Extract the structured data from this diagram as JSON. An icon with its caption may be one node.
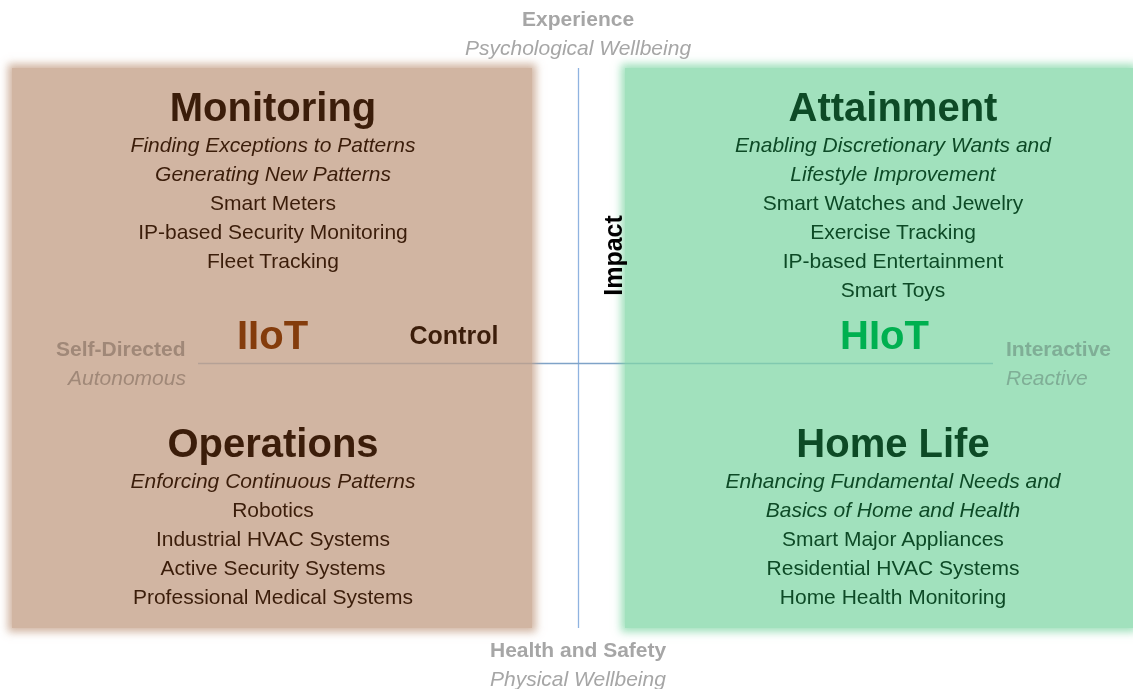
{
  "diagram": {
    "nodes": [
      {
        "text": [
          "IIoT"
        ]
      },
      {
        "text": [
          "Monitoring",
          "Finding Exceptions to Patterns",
          "Generating New Patterns",
          "Smart Meters",
          "IP-based Security Monitoring",
          "Fleet Tracking"
        ],
        "in": 0
      },
      {
        "text": [
          "Operations",
          "Enforcing Continuous Patterns",
          "Robotics",
          "Industrial HVAC Systems",
          "Active Security Systems",
          "Professional Medical Systems"
        ],
        "in": 0
      },
      {
        "text": [
          "HIoT"
        ]
      },
      {
        "text": [
          "Attainment",
          "Enabling Discretionary Wants and Lifestyle Improvement",
          "Smart Watches and Jewelry",
          "Exercise Tracking",
          "IP-based Entertainment",
          "Smart Toys"
        ],
        "in": 3
      },
      {
        "text": [
          "Home Life",
          "Enhancing Fundamental Needs and Basics of Home and Health",
          "Smart Major Appliances",
          "Residential HVAC Systems",
          "Home Health Monitoring"
        ],
        "in": 3
      }
    ],
    "labels": [
      "Experience",
      "Psychological Wellbeing",
      "Impact",
      "Self-Directed",
      "Autonomous",
      "Control",
      "Interactive",
      "Reactive",
      "Health and Safety",
      "Physical Wellbeing"
    ]
  }
}
